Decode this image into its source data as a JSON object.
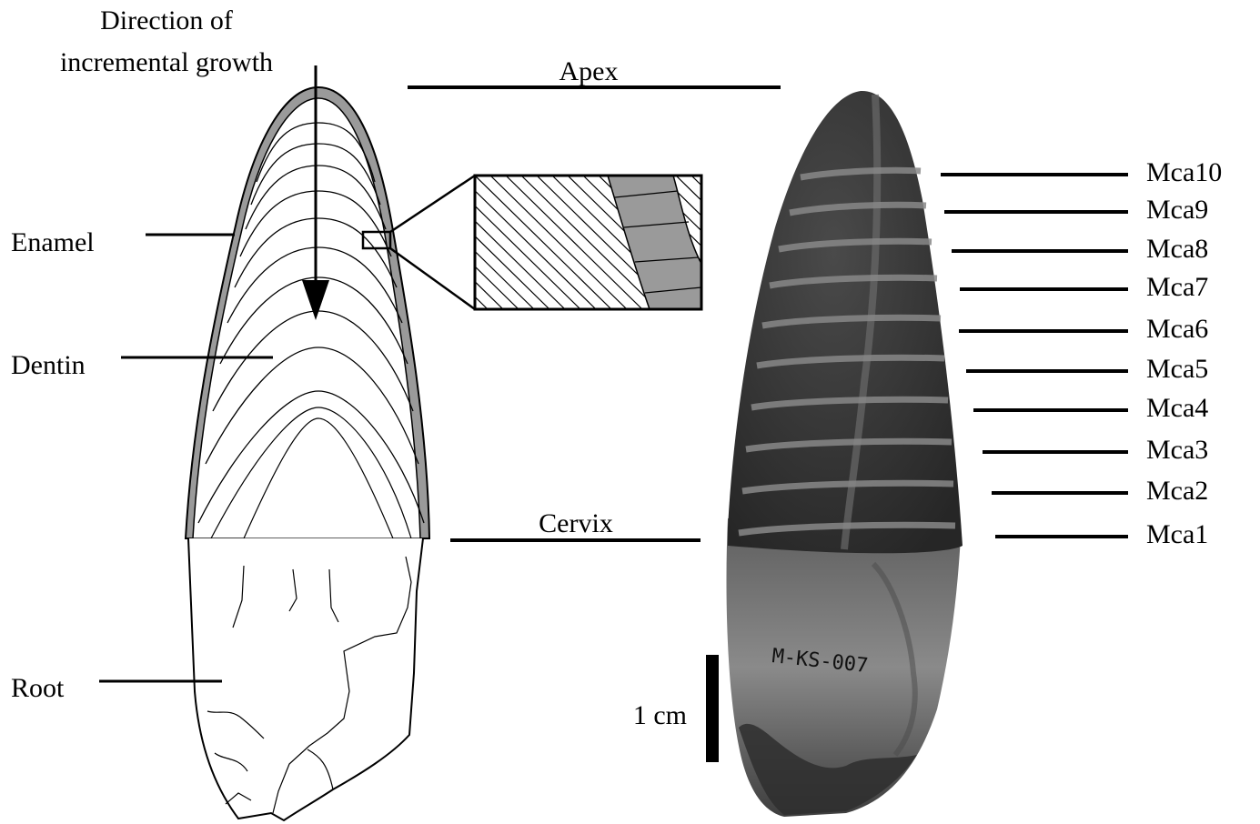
{
  "title_line1": "Direction of",
  "title_line2": "incremental growth",
  "labels": {
    "enamel": "Enamel",
    "dentin": "Dentin",
    "root": "Root",
    "apex": "Apex",
    "cervix": "Cervix"
  },
  "sample_labels": [
    "Mca10",
    "Mca9",
    "Mca8",
    "Mca7",
    "Mca6",
    "Mca5",
    "Mca4",
    "Mca3",
    "Mca2",
    "Mca1"
  ],
  "scale_bar_label": "1 cm",
  "specimen_id": "M-KS-007",
  "colors": {
    "enamel_gray": "#9a9a9a",
    "ink": "#000000",
    "photo_dark": "#3a3a3a"
  }
}
